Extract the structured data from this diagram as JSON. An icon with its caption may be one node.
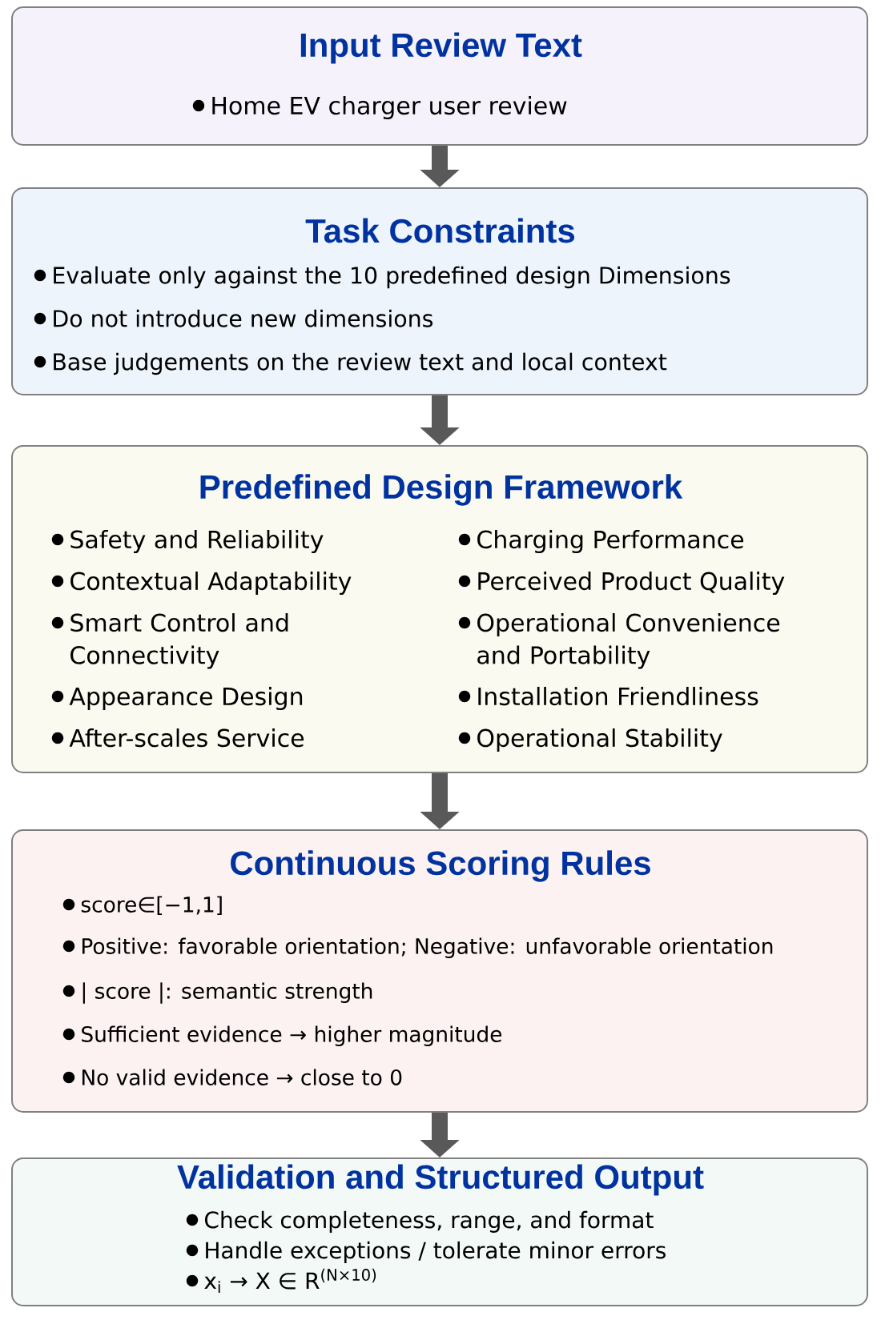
{
  "diagram": {
    "nodes": [
      {
        "text": [
          "Input Review  Text",
          "Home EV charger user review"
        ]
      },
      {
        "text": [
          "Task Constraints",
          "Evaluate only against the 10 predefined design Dimensions",
          "Do not introduce new dimensions",
          "Base judgements on the review text and local context"
        ]
      },
      {
        "text": [
          "Predefined Design Framework",
          "Safety and Reliability",
          "Charging Performance",
          "Contextual Adaptability",
          "Perceived Product Quality",
          "Smart Control and Connectivity",
          "Operational Convenience and Portability",
          "Appearance Design",
          "Installation Friendliness",
          "After-scales Service",
          "Operational Stability"
        ]
      },
      {
        "text": [
          "Continuous Scoring Rules",
          "score∈[−1,1]",
          "Positive: favorable orientation; Negative: unfavorable orientation",
          "| score |: semantic strength",
          "Sufficient evidence → higher magnitude",
          "No valid evidence → close to 0"
        ]
      },
      {
        "text": [
          "Validation and Structured Output",
          "Check completeness, range, and format",
          "Handle exceptions / tolerate minor errors",
          "x$_{i}$ → X ∈ R$^{(N×10)}$"
        ]
      }
    ],
    "edges": [
      {
        "from": 0,
        "to": 1,
        "arrow": "to"
      },
      {
        "from": 1,
        "to": 2,
        "arrow": "to"
      },
      {
        "from": 2,
        "to": 3,
        "arrow": "to"
      },
      {
        "from": 3,
        "to": 4,
        "arrow": "to"
      }
    ]
  }
}
